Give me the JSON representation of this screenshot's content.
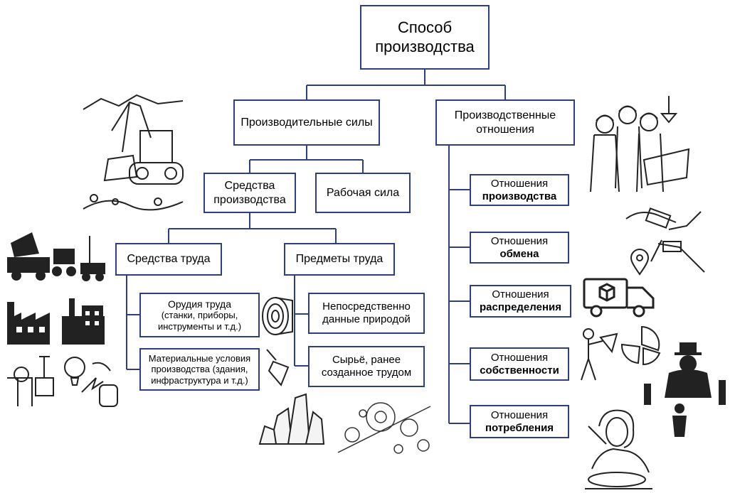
{
  "root": {
    "line1": "Способ",
    "line2": "производства"
  },
  "productive_forces": {
    "label": "Производительные силы"
  },
  "production_relations": {
    "line1": "Производственные",
    "line2": "отношения"
  },
  "means_of_production": {
    "line1": "Средства",
    "line2": "производства"
  },
  "labor_force": {
    "label": "Рабочая сила"
  },
  "means_of_labor": {
    "label": "Средства труда"
  },
  "objects_of_labor": {
    "label": "Предметы труда"
  },
  "tools": {
    "line1": "Орудия труда",
    "line2": "(станки, приборы,",
    "line3": "инструменты и т.д.)"
  },
  "material_conditions": {
    "line1": "Материальные условия",
    "line2": "производства (здания,",
    "line3": "инфраструктура и т.д.)"
  },
  "natural_given": {
    "line1": "Непосредственно",
    "line2": "данные природой"
  },
  "raw_materials": {
    "line1": "Сырьё, ранее",
    "line2": "созданное трудом"
  },
  "relations": [
    {
      "top": "Отношения",
      "bottom": "производства"
    },
    {
      "top": "Отношения",
      "bottom": "обмена"
    },
    {
      "top": "Отношения",
      "bottom": "распределения"
    },
    {
      "top": "Отношения",
      "bottom": "собственности"
    },
    {
      "top": "Отношения",
      "bottom": "потребления"
    }
  ],
  "colors": {
    "border": "#2f3f7a",
    "line": "#2f3f7a"
  },
  "icons": [
    "excavator-icon",
    "workers-icon",
    "trucks-icon",
    "factory-icon",
    "utilities-icon",
    "log-icon",
    "trowel-icon",
    "crystals-icon",
    "machine-parts-icon",
    "money-exchange-icon",
    "location-pin-icon",
    "delivery-truck-icon",
    "pie-chart-icon",
    "tycoon-icon",
    "eating-woman-icon"
  ]
}
